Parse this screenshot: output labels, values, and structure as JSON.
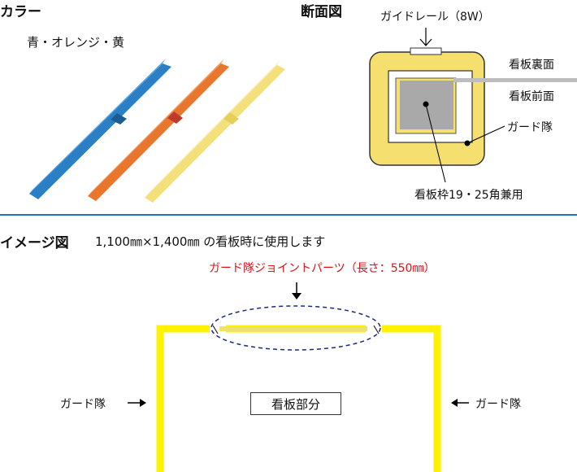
{
  "color_section": {
    "title": "カラー",
    "colors_label": "青・オレンジ・黄",
    "swatch_colors": [
      "#2b7fc7",
      "#e8762c",
      "#f4e07a"
    ]
  },
  "cross_section": {
    "title": "断面図",
    "guide_rail_label": "ガイドレール（8W）",
    "back_label": "看板裏面",
    "front_label": "看板前面",
    "guard_label": "ガード隊",
    "frame_label": "看板枠19・25角兼用",
    "profile_color": "#f5df6f"
  },
  "image_section": {
    "title": "イメージ図",
    "subtitle": "1,100㎜×1,400㎜ の看板時に使用します",
    "joint_label": "ガード隊ジョイントパーツ（長さ：550㎜）",
    "left_guard_label": "ガード隊",
    "right_guard_label": "ガード隊",
    "signboard_label": "看板部分",
    "frame_color": "#fff200",
    "accent_color": "#d8141b",
    "divider_color": "#1b75bb"
  }
}
